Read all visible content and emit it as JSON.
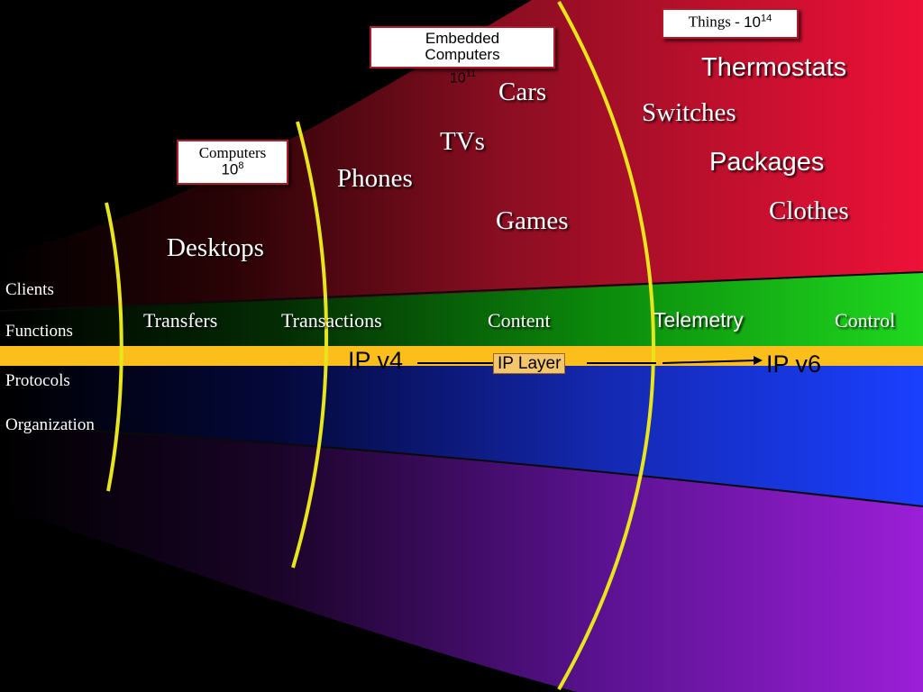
{
  "side_labels": {
    "clients": "Clients",
    "functions": "Functions",
    "protocols": "Protocols",
    "organization": "Organization"
  },
  "boxes": {
    "computers": {
      "label": "Computers",
      "base": "10",
      "exp": "8"
    },
    "embedded": {
      "line1": "Embedded",
      "line2": "Computers",
      "base": "10",
      "exp": "11"
    },
    "things": {
      "label": "Things -",
      "base": "10",
      "exp": "14"
    }
  },
  "clients": {
    "desktops": "Desktops",
    "phones": "Phones",
    "tvs": "TVs",
    "cars": "Cars",
    "games": "Games",
    "thermostats": "Thermostats",
    "switches": "Switches",
    "packages": "Packages",
    "clothes": "Clothes"
  },
  "functions": {
    "transfers": "Transfers",
    "transactions": "Transactions",
    "content": "Content",
    "telemetry": "Telemetry",
    "control": "Control"
  },
  "ip": {
    "v4": "IP v4",
    "layer": "IP Layer",
    "v6": "IP v6"
  },
  "colors": {
    "clients_band": "#e8113a",
    "functions_band": "#1fd11f",
    "protocols_band": "#fbbe1a",
    "organization_band": "#1a3cff",
    "bottom_band": "#9a1bd6",
    "divider": "#e8e51a"
  }
}
